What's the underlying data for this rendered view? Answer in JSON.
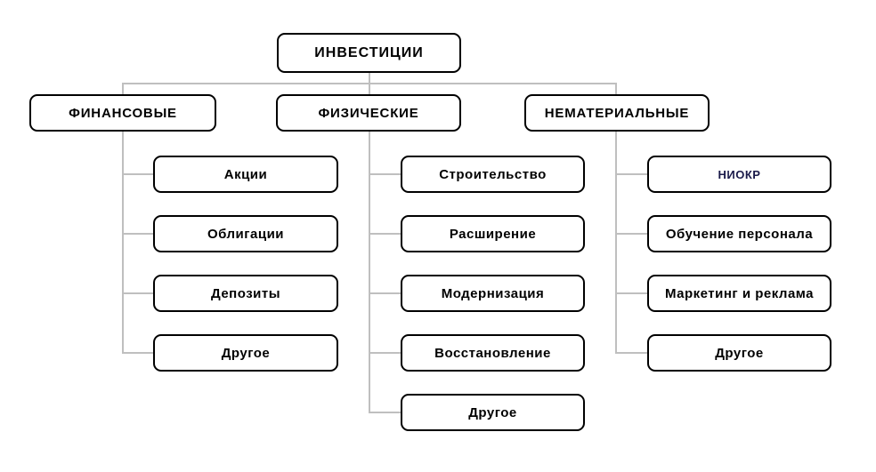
{
  "diagram": {
    "root": {
      "label": "ИНВЕСТИЦИИ"
    },
    "branches": [
      {
        "label": "ФИНАНСОВЫЕ",
        "children": [
          {
            "label": "Акции"
          },
          {
            "label": "Облигации"
          },
          {
            "label": "Депозиты"
          },
          {
            "label": "Другое"
          }
        ]
      },
      {
        "label": "ФИЗИЧЕСКИЕ",
        "children": [
          {
            "label": "Строительство"
          },
          {
            "label": "Расширение"
          },
          {
            "label": "Модернизация"
          },
          {
            "label": "Восстановление"
          },
          {
            "label": "Другое"
          }
        ]
      },
      {
        "label": "НЕМАТЕРИАЛЬНЫЕ",
        "children": [
          {
            "label": "НИОКР"
          },
          {
            "label": "Обучение персонала"
          },
          {
            "label": "Маркетинг и реклама"
          },
          {
            "label": "Другое"
          }
        ]
      }
    ],
    "colors": {
      "box_border": "#000000",
      "box_fill": "#ffffff",
      "text": "#000000",
      "niokr_text": "#1a1a4a",
      "connector": "#bfbfbf"
    }
  }
}
